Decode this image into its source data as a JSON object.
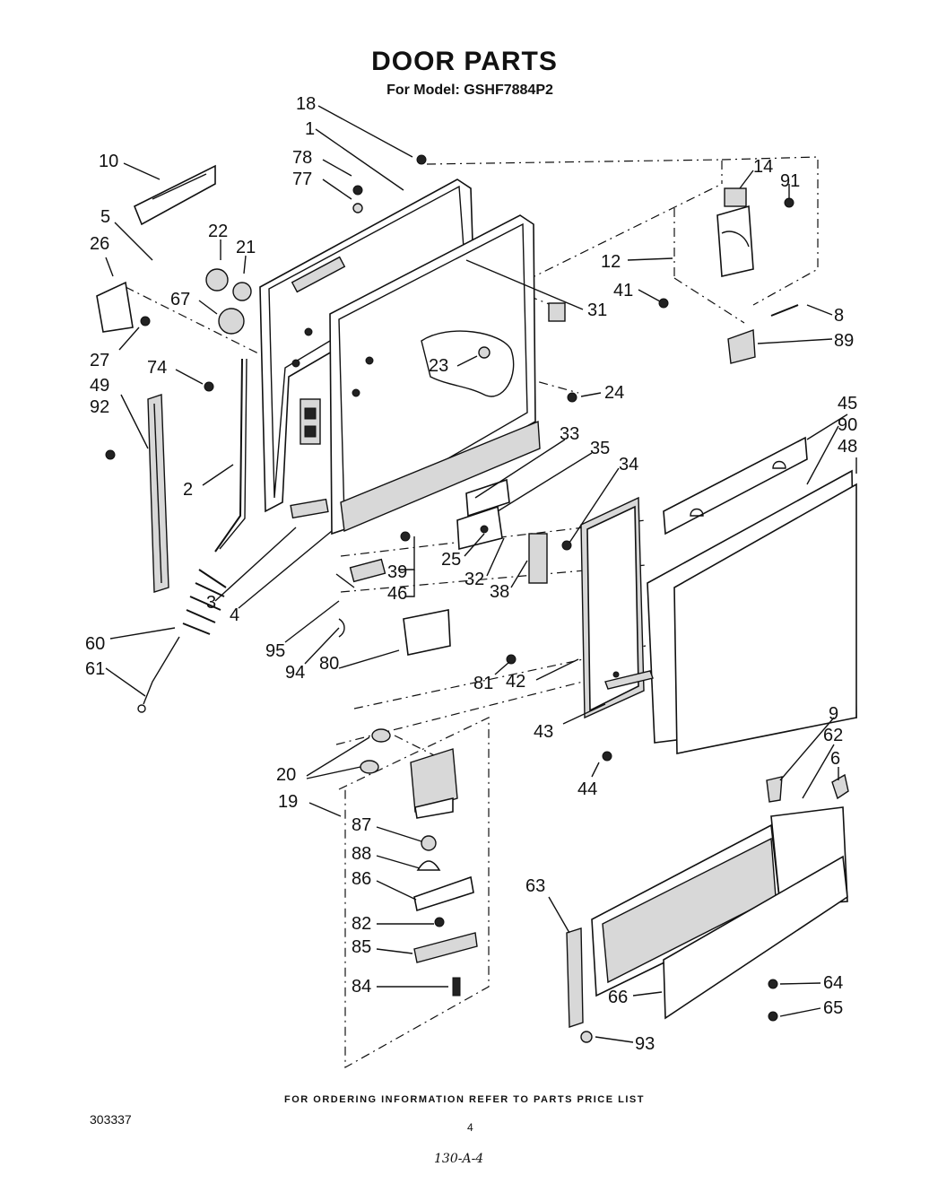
{
  "header": {
    "title": "DOOR PARTS",
    "subtitle": "For Model: GSHF7884P2"
  },
  "footer": {
    "ordering_note": "FOR ORDERING INFORMATION REFER TO PARTS PRICE LIST",
    "document_number": "303337",
    "page_number": "4",
    "handwritten_note": "130-A-4"
  },
  "callouts": [
    "18",
    "1",
    "78",
    "77",
    "10",
    "5",
    "26",
    "22",
    "21",
    "67",
    "27",
    "74",
    "49",
    "92",
    "2",
    "60",
    "61",
    "3",
    "4",
    "95",
    "94",
    "80",
    "39",
    "46",
    "25",
    "32",
    "38",
    "33",
    "35",
    "34",
    "81",
    "42",
    "43",
    "44",
    "23",
    "24",
    "31",
    "12",
    "41",
    "14",
    "91",
    "8",
    "89",
    "45",
    "90",
    "48",
    "20",
    "19",
    "87",
    "88",
    "86",
    "82",
    "85",
    "84",
    "63",
    "66",
    "93",
    "9",
    "62",
    "6",
    "64",
    "65"
  ]
}
